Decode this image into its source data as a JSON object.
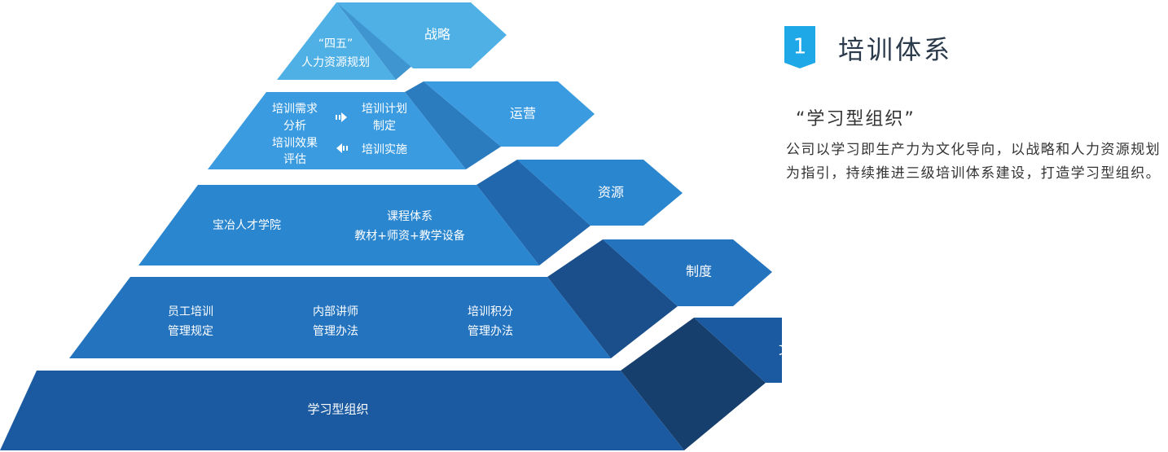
{
  "pyramid": {
    "tiers": [
      {
        "tag": "战略",
        "items": [
          {
            "lines": [
              "“四五”",
              "人力资源规划"
            ]
          }
        ]
      },
      {
        "tag": "运营",
        "items": [
          {
            "lines": [
              "培训需求",
              "分析"
            ]
          },
          {
            "lines": [
              "培训计划",
              "制定"
            ]
          },
          {
            "lines": [
              "培训效果",
              "评估"
            ]
          },
          {
            "lines": [
              "培训实施"
            ]
          }
        ]
      },
      {
        "tag": "资源",
        "items": [
          {
            "lines": [
              "宝冶人才学院"
            ]
          },
          {
            "lines": [
              "课程体系",
              "教材+师资+教学设备"
            ]
          }
        ]
      },
      {
        "tag": "制度",
        "items": [
          {
            "lines": [
              "员工培训",
              "管理规定"
            ]
          },
          {
            "lines": [
              "内部讲师",
              "管理办法"
            ]
          },
          {
            "lines": [
              "培训积分",
              "管理办法"
            ]
          }
        ]
      },
      {
        "tag": "文化",
        "items": [
          {
            "lines": [
              "学习型组织"
            ]
          }
        ]
      }
    ],
    "arrow_icons": [
      "arrow-right-icon",
      "arrow-left-icon"
    ]
  },
  "colors": {
    "tier_fronts": [
      "#4fb0e6",
      "#3a9be0",
      "#2b86d0",
      "#2373bf",
      "#1b5aa0"
    ],
    "tier_sides": [
      "#3f95cf",
      "#2b7bbf",
      "#2167ae",
      "#1a4f8c",
      "#173f6e"
    ],
    "tag_fills": [
      "#4fb0e6",
      "#3a9be0",
      "#2b86d0",
      "#2373bf",
      "#1b5aa0"
    ],
    "badge": "#1ea8e8"
  },
  "side": {
    "number": "1",
    "title": "培训体系",
    "subtitle": "“学习型组织”",
    "description": "公司以学习即生产力为文化导向，以战略和人力资源规划为指引，持续推进三级培训体系建设，打造学习型组织。"
  }
}
